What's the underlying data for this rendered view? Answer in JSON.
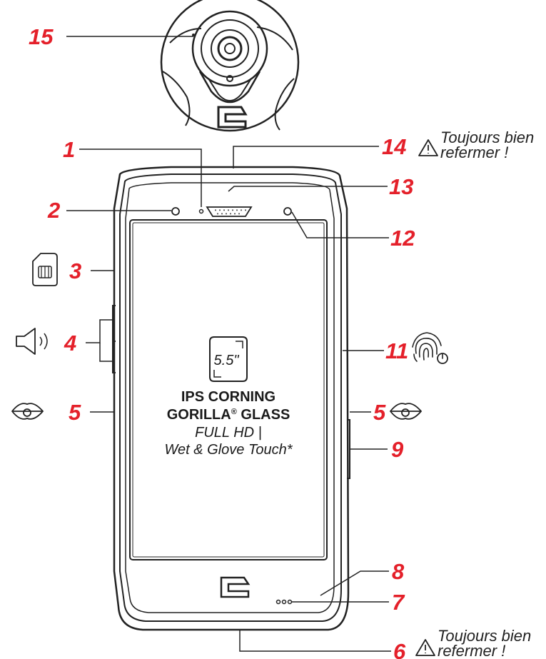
{
  "colors": {
    "label": "#e4202a",
    "line": "#222222",
    "leader": "#e4202a"
  },
  "labels": {
    "n1": "1",
    "n2": "2",
    "n3": "3",
    "n4": "4",
    "n5a": "5",
    "n5b": "5",
    "n6": "6",
    "n7": "7",
    "n8": "8",
    "n9": "9",
    "n11": "11",
    "n12": "12",
    "n13": "13",
    "n14": "14",
    "n15": "15"
  },
  "notes": {
    "top_line1": "Toujours bien",
    "top_line2": "refermer !",
    "bottom_line1": "Toujours bien",
    "bottom_line2": "refermer !"
  },
  "screen": {
    "size": "5.5\"",
    "line1": "IPS CORNING",
    "line2_a": "GORILLA",
    "line2_reg": "®",
    "line2_b": " GLASS",
    "line3": "FULL HD |",
    "line4": "Wet & Glove Touch*"
  },
  "icons": [
    "sim-card-icon",
    "volume-icon",
    "lanyard-attachment-icon",
    "fingerprint-icon",
    "warning-icon",
    "brand-logo-icon",
    "camera-icon"
  ]
}
